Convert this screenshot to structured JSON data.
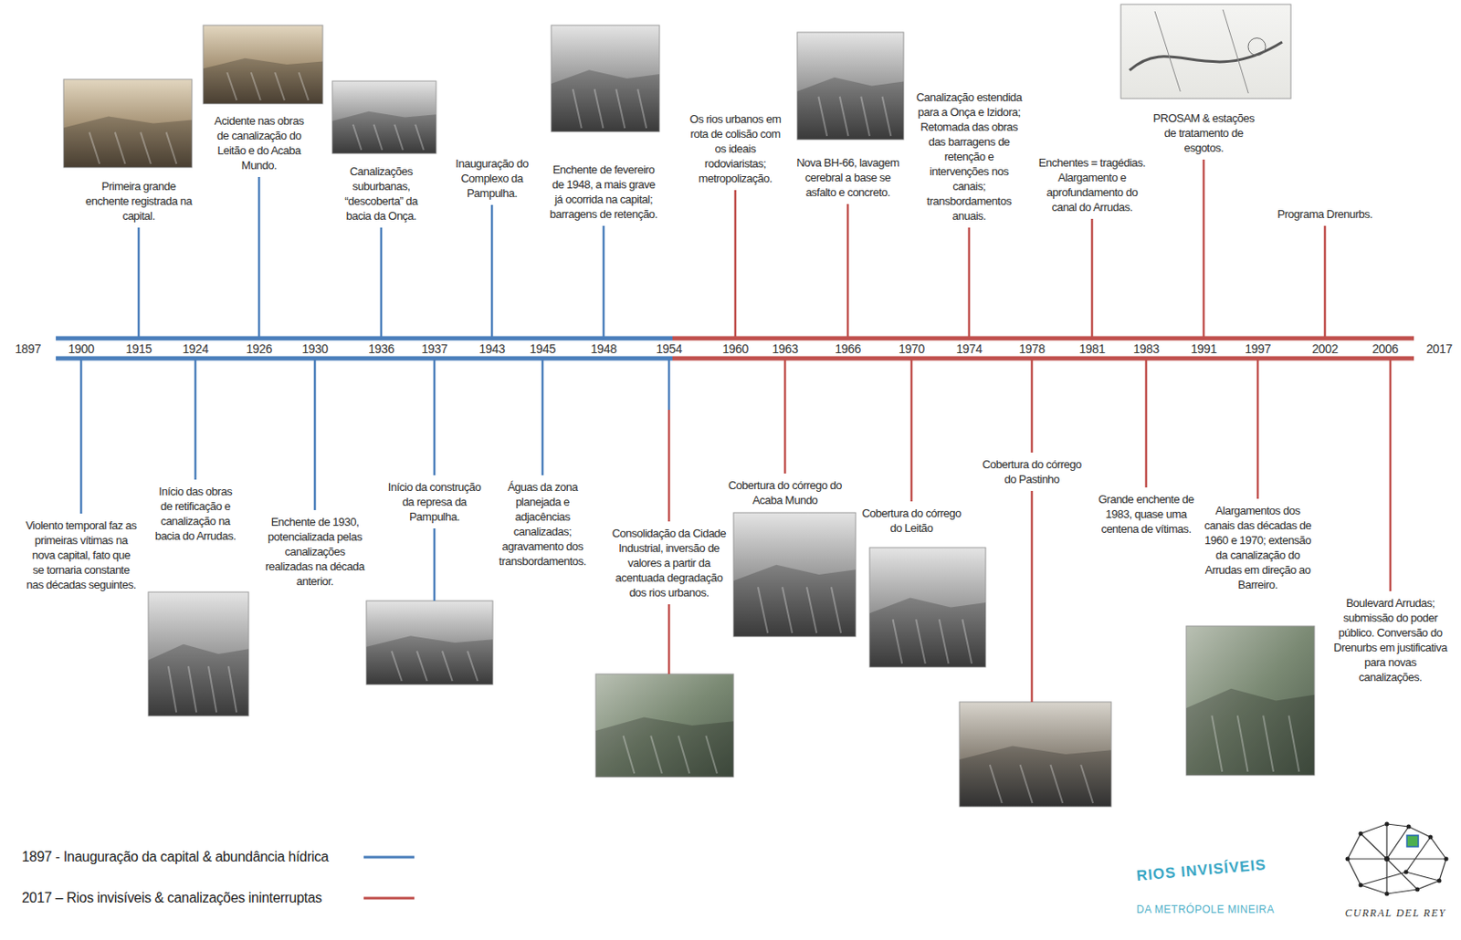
{
  "diagram": {
    "labels": [
      "Primeira grande enchente registrada na capital.",
      "Acidente nas obras de canalização do Leitão e do Acaba Mundo.",
      "Canalizações suburbanas, “descoberta” da bacia da Onça.",
      "Inauguração do Complexo da Pampulha.",
      "Enchente de fevereiro de 1948, a mais grave já ocorrida na capital; barragens de retenção.",
      "Os rios urbanos em rota de colisão com os ideais rodoviaristas; metropolização.",
      "Nova BH-66, lavagem cerebral a base se asfalto e concreto.",
      "Canalização estendida para a Onça e Izidora; Retomada das obras das barragens de retenção e intervenções nos canais; transbordamentos anuais.",
      "Enchentes = tragédias. Alargamento e aprofundamento do canal do Arrudas.",
      "PROSAM & estações de tratamento de esgotos.",
      "Programa Drenurbs.",
      "1897",
      "1900",
      "1915",
      "1924",
      "1926",
      "1930",
      "1936",
      "1937",
      "1943",
      "1945",
      "1948",
      "1954",
      "1960",
      "1963",
      "1966",
      "1970",
      "1974",
      "1978",
      "1981",
      "1983",
      "1991",
      "1997",
      "2002",
      "2006",
      "2017",
      "Violento temporal faz as primeiras vítimas na nova capital, fato que se tornaria constante nas décadas seguintes.",
      "Início das obras de retificação e canalização na bacia do Arrudas.",
      "Enchente de 1930, potencializada pelas canalizações realizadas na década anterior.",
      "Início da construção da represa da Pampulha.",
      "Águas da zona planejada e adjacências canalizadas; agravamento dos transbordamentos.",
      "Consolidação da Cidade Industrial, inversão de valores a partir da acentuada degradação dos rios urbanos.",
      "Cobertura do córrego do Acaba Mundo",
      "Cobertura do córrego do Leitão",
      "Cobertura do córrego do Pastinho",
      "Grande enchente de 1983, quase uma centena de vítimas.",
      "Alargamentos dos canais das décadas de 1960 e 1970; extensão da canalização do Arrudas em direção ao Barreiro.",
      "Boulevard Arrudas; submissão do poder público. Conversão do Drenurbs em justificativa para novas canalizações.",
      "RIOS INVISÍVEIS",
      "DA METRÓPOLE MINEIRA",
      "CURRAL DEL REY"
    ],
    "legend": [
      {
        "text": "1897 - Inauguração da capital & abundância hídrica",
        "color": "#4a7ebb"
      },
      {
        "text": "2017 – Rios invisíveis & canalizações ininterruptas",
        "color": "#c0504d"
      }
    ]
  }
}
